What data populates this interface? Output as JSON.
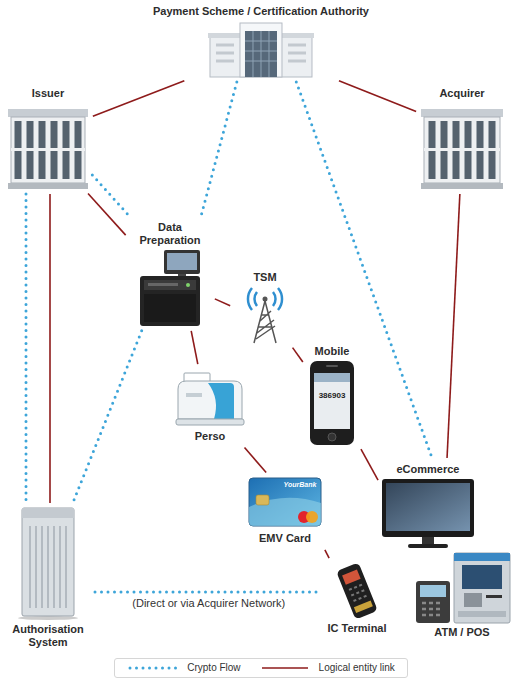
{
  "diagram": {
    "nodes": [
      {
        "text": [
          "Payment Scheme / Certification Authority"
        ]
      },
      {
        "text": [
          "Issuer"
        ]
      },
      {
        "text": [
          "Acquirer"
        ]
      },
      {
        "text": [
          "Data Preparation"
        ]
      },
      {
        "text": [
          "TSM"
        ]
      },
      {
        "text": [
          "Mobile"
        ]
      },
      {
        "text": [
          "Perso"
        ]
      },
      {
        "text": [
          "EMV Card"
        ]
      },
      {
        "text": [
          "eCommerce"
        ]
      },
      {
        "text": [
          "IC Terminal"
        ]
      },
      {
        "text": [
          "ATM / POS"
        ]
      },
      {
        "text": [
          "Authorisation System"
        ]
      }
    ],
    "edges": [
      {
        "from": 0,
        "to": 1,
        "arrow": "none"
      },
      {
        "from": 0,
        "to": 2,
        "arrow": "none"
      },
      {
        "from": 1,
        "to": 3,
        "arrow": "none"
      },
      {
        "from": 1,
        "to": 3,
        "arrow": "none"
      },
      {
        "from": 1,
        "to": 11,
        "arrow": "none"
      },
      {
        "from": 1,
        "to": 11,
        "arrow": "none"
      },
      {
        "from": 0,
        "to": 3,
        "arrow": "none"
      },
      {
        "from": 0,
        "to": 8,
        "arrow": "none"
      },
      {
        "from": 2,
        "to": 8,
        "arrow": "none"
      },
      {
        "from": 3,
        "to": 11,
        "arrow": "none"
      },
      {
        "from": 3,
        "to": 4,
        "arrow": "none"
      },
      {
        "from": 3,
        "to": 6,
        "arrow": "none"
      },
      {
        "from": 4,
        "to": 5,
        "arrow": "none"
      },
      {
        "from": 5,
        "to": 8,
        "arrow": "none"
      },
      {
        "from": 6,
        "to": 7,
        "arrow": "none"
      },
      {
        "from": 7,
        "to": 9,
        "arrow": "none"
      },
      {
        "from": 11,
        "to": 9,
        "label": "(Direct or via Acquirer Network)",
        "arrow": "none"
      }
    ],
    "labels": [
      "386903",
      "YourBank"
    ],
    "legend": [
      {
        "text": "Crypto Flow"
      },
      {
        "text": "Logical entity link"
      }
    ]
  }
}
